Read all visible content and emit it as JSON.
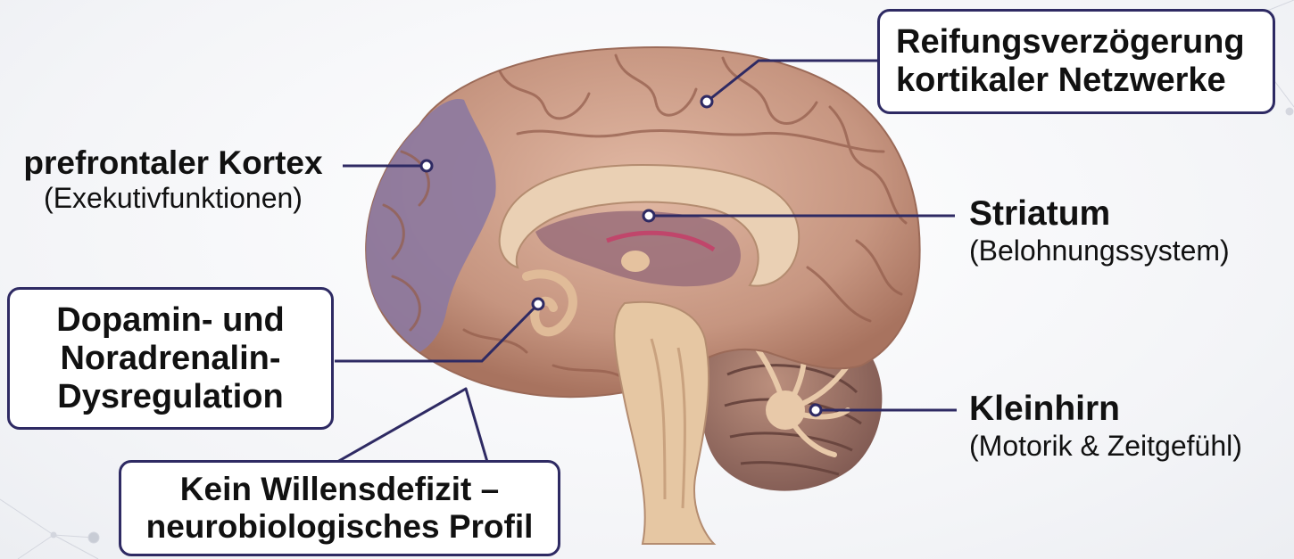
{
  "labels": {
    "prefrontal": {
      "title": "prefrontaler Kortex",
      "subtitle": "(Exekutivfunktionen)"
    },
    "reifung": {
      "line1": "Reifungsverzögerung",
      "line2": "kortikaler Netzwerke"
    },
    "striatum": {
      "title": "Striatum",
      "subtitle": "(Belohnungssystem)"
    },
    "dopamin": {
      "line1": "Dopamin- und",
      "line2": "Noradrenalin-",
      "line3": "Dysregulation"
    },
    "kleinhirn": {
      "title": "Kleinhirn",
      "subtitle": "(Motorik & Zeitgefühl)"
    },
    "kein": {
      "line1": "Kein Willensdefizit –",
      "line2": "neurobiologisches Profil"
    }
  },
  "colors": {
    "line": "#2e2a63",
    "cortex": "#c99a86",
    "prefrontal": "#8d7aa0",
    "corpus_callosum": "#ead0b4",
    "cerebellum": "#a0786c",
    "brainstem": "#e6c7a3"
  }
}
